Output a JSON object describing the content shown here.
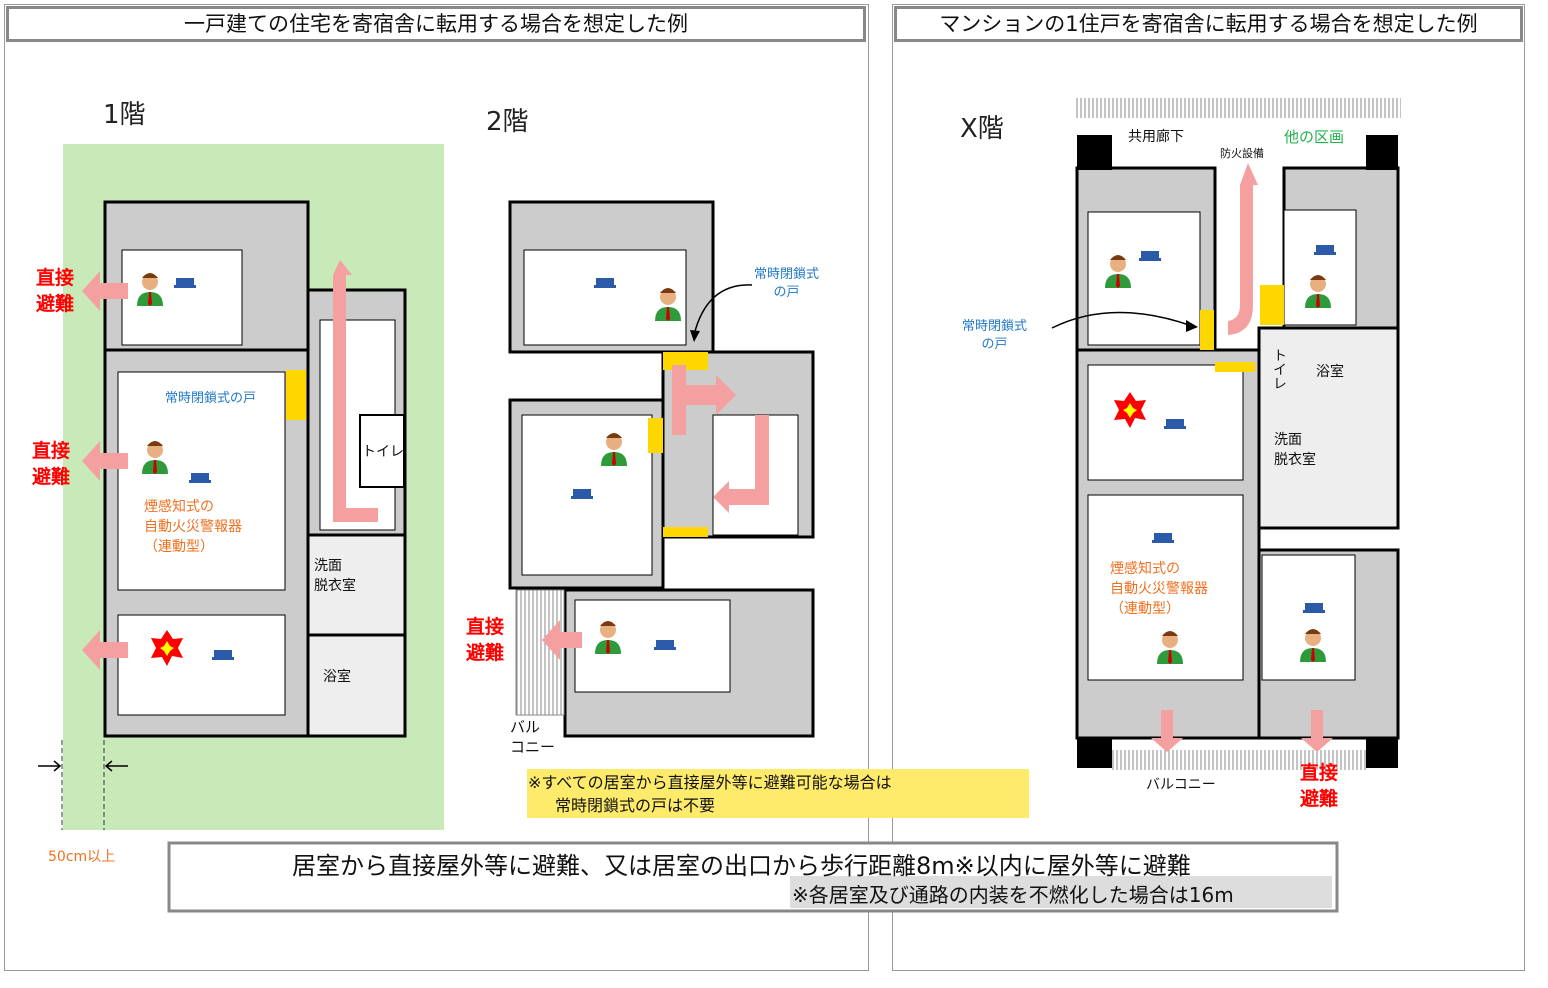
{
  "left_panel": {
    "title": "一戸建ての住宅を寄宿舎に転用する場合を想定した例",
    "floor1": "1階",
    "floor2": "2階"
  },
  "right_panel": {
    "title": "マンションの1住戸を寄宿舎に転用する場合を想定した例",
    "floor": "X階"
  },
  "labels": {
    "direct_evac_l1": "直接",
    "direct_evac_l2": "避難",
    "closed_door": "常時閉鎖式の戸",
    "closed_door_l1": "常時閉鎖式",
    "closed_door_l2": "の戸",
    "alarm_l1": "煙感知式の",
    "alarm_l2": "自動火災警報器",
    "alarm_l3": "（連動型）",
    "toilet": "トイレ",
    "washroom_l1": "洗面",
    "washroom_l2": "脱衣室",
    "bath": "浴室",
    "balcony_l1": "バル",
    "balcony_l2": "コニー",
    "balcony": "バルコニー",
    "corridor": "共用廊下",
    "fire_equipment": "防火設備",
    "other_zone": "他の区画",
    "distance": "50cm以上"
  },
  "note": {
    "line1": "※すべての居室から直接屋外等に避難可能な場合は",
    "line2": "常時閉鎖式の戸は不要"
  },
  "legend": {
    "main": "居室から直接屋外等に避難、又は居室の出口から歩行距離8m※以内に屋外等に避難",
    "sub": "※各居室及び通路の内装を不燃化した場合は16m"
  },
  "colors": {
    "arrow": "#f4a0a0",
    "door": "#ffd700",
    "yard": "#c8eab8",
    "note_bg": "#ffeb6b",
    "alarm": "#f07020",
    "direct": "#ff0000",
    "blue": "#1f77c8",
    "green": "#22b14c"
  }
}
